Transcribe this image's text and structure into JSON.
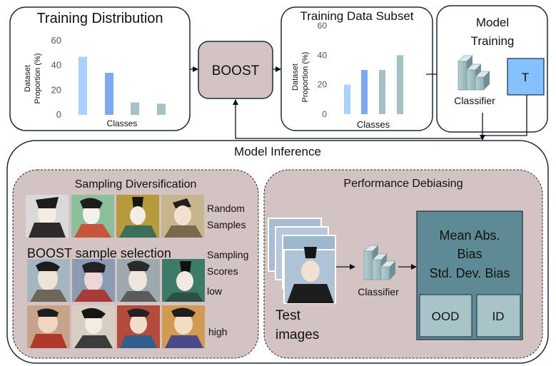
{
  "top": {
    "distribution": {
      "title": "Training Distribution",
      "ylabel_line1": "Dataset",
      "ylabel_line2": "Proportion (%)",
      "xlabel": "Classes"
    },
    "boost_label": "BOOST",
    "subset": {
      "title": "Training Data Subset",
      "ylabel_line1": "Dataset",
      "ylabel_line2": "Proportion (%)",
      "xlabel": "Classes"
    },
    "model_training": {
      "title_line1": "Model",
      "title_line2": "Training",
      "classifier_label": "Classifier",
      "t_label": "T"
    }
  },
  "inference": {
    "title": "Model Inference",
    "sampling": {
      "title": "Sampling Diversification",
      "random_line1": "Random",
      "random_line2": "Samples",
      "boost_selection": "BOOST sample selection",
      "scores_line1": "Sampling",
      "scores_line2": "Scores",
      "low": "low",
      "high": "high"
    },
    "debiasing": {
      "title": "Performance Debiasing",
      "test_line1": "Test",
      "test_line2": "images",
      "classifier_label": "Classifier",
      "metric1": "Mean Abs.",
      "metric2": "Bias",
      "metric3": "Std. Dev. Bias",
      "ood": "OOD",
      "id": "ID"
    }
  },
  "colors": {
    "boost_fill": "#d4c3c3",
    "panel_fill": "#d4c3c3",
    "result_fill": "#5e8a95",
    "sub_fill": "#a9c4c9",
    "t_fill": "#86c1ff",
    "low": "#e8262a",
    "high": "#2db34a"
  },
  "chart_data": [
    {
      "type": "bar",
      "title": "Training Distribution",
      "xlabel": "Classes",
      "ylabel": "Dataset Proportion (%)",
      "ylim": [
        0,
        60
      ],
      "yticks": [
        0,
        20,
        40,
        60
      ],
      "values": [
        47,
        34,
        10,
        9
      ],
      "colors": [
        "#a8d1fb",
        "#7ea9f2",
        "#a6c1c4",
        "#a6c1c4"
      ]
    },
    {
      "type": "bar",
      "title": "Training Data Subset",
      "xlabel": "Classes",
      "ylabel": "Dataset Proportion (%)",
      "ylim": [
        0,
        60
      ],
      "yticks": [
        0,
        20,
        40,
        60
      ],
      "values": [
        20,
        30,
        30,
        40
      ],
      "colors": [
        "#a8d1fb",
        "#7ea9f2",
        "#a6c1c4",
        "#a6c1c4"
      ]
    }
  ]
}
